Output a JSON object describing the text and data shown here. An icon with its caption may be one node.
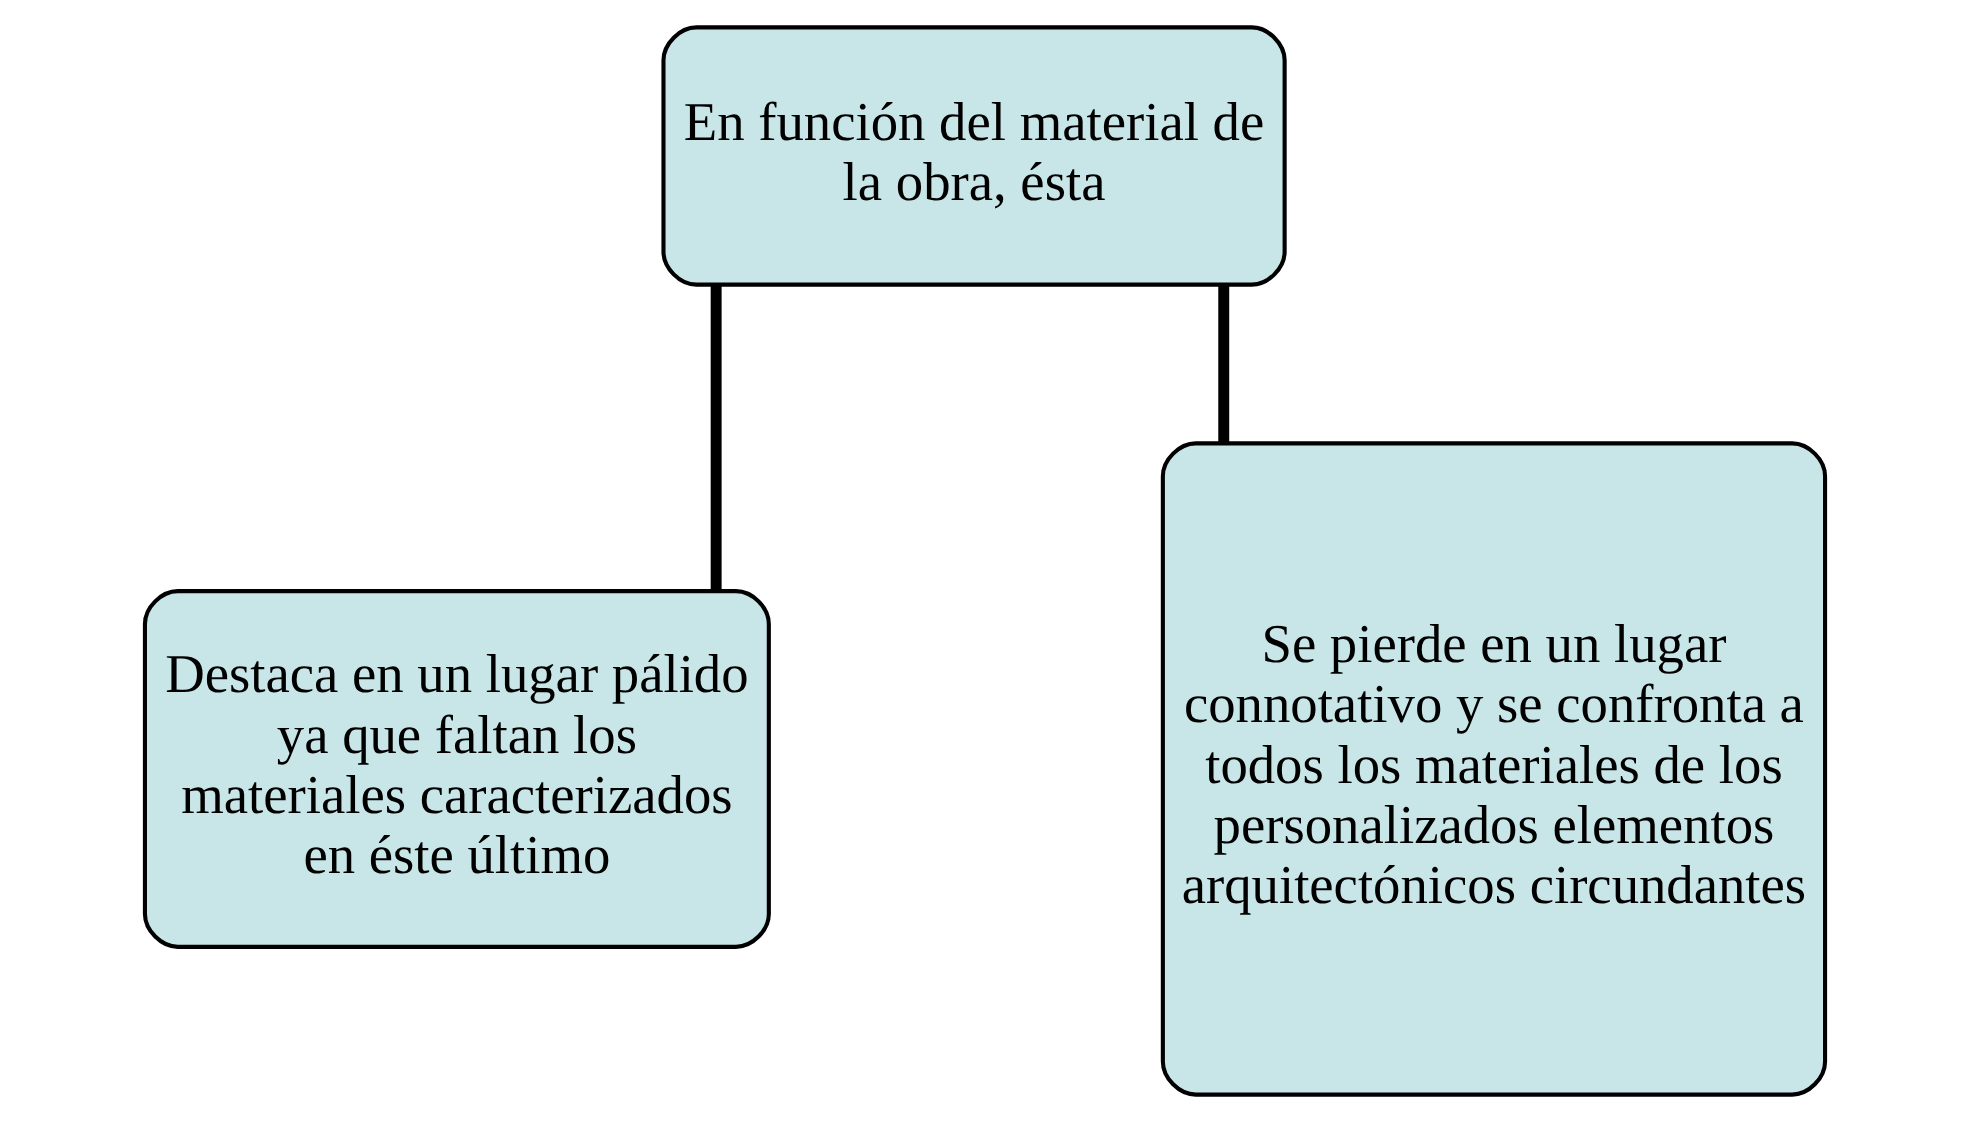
{
  "diagram": {
    "nodes": [
      {
        "text": [
          "En función del material de la obra, ésta"
        ]
      },
      {
        "text": [
          "Destaca en un lugar pálido ya que faltan los materiales caracterizados en éste último"
        ]
      },
      {
        "text": [
          "Se pierde en un lugar connotativo y se confronta a todos los materiales de los personalizados elementos arquitectónicos circundantes"
        ]
      }
    ],
    "edges": [
      {
        "from": 0,
        "to": 1,
        "arrow": "none"
      },
      {
        "from": 0,
        "to": 2,
        "arrow": "none"
      }
    ]
  }
}
